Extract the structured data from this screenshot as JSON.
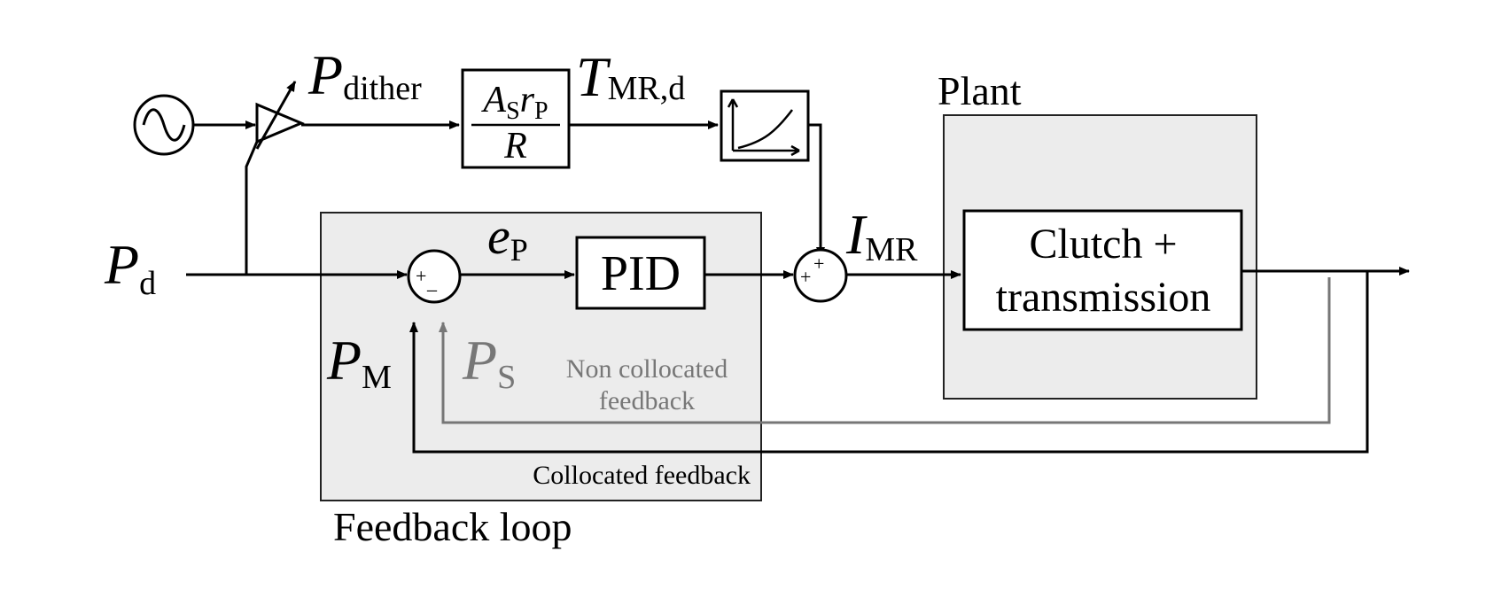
{
  "inputs": {
    "dither_signal": "P",
    "dither_signal_sub": "dither",
    "desired_pressure": "P",
    "desired_pressure_sub": "d"
  },
  "gain_block": {
    "num_A": "A",
    "num_A_sub": "S",
    "num_r": "r",
    "num_r_sub": "P",
    "den": "R"
  },
  "torque_dither": {
    "main": "T",
    "sub": "MR,d"
  },
  "current": {
    "main": "I",
    "sub": "MR"
  },
  "error": {
    "main": "e",
    "sub": "P"
  },
  "controller": {
    "label": "PID"
  },
  "plant": {
    "title": "Plant",
    "block_line1": "Clutch +",
    "block_line2": "transmission"
  },
  "feedback": {
    "region_title": "Feedback loop",
    "collocated_label": "Collocated feedback",
    "noncollocated_label_line1": "Non collocated",
    "noncollocated_label_line2": "feedback",
    "measured": {
      "main": "P",
      "sub": "M"
    },
    "sensor": {
      "main": "P",
      "sub": "S"
    }
  },
  "summing_error": {
    "sign_top": "+",
    "sign_bottom": "_"
  },
  "summing_current": {
    "sign_left": "+",
    "sign_top": "+"
  },
  "colors": {
    "noncollocated": "#777777",
    "region_fill": "#ececec"
  }
}
